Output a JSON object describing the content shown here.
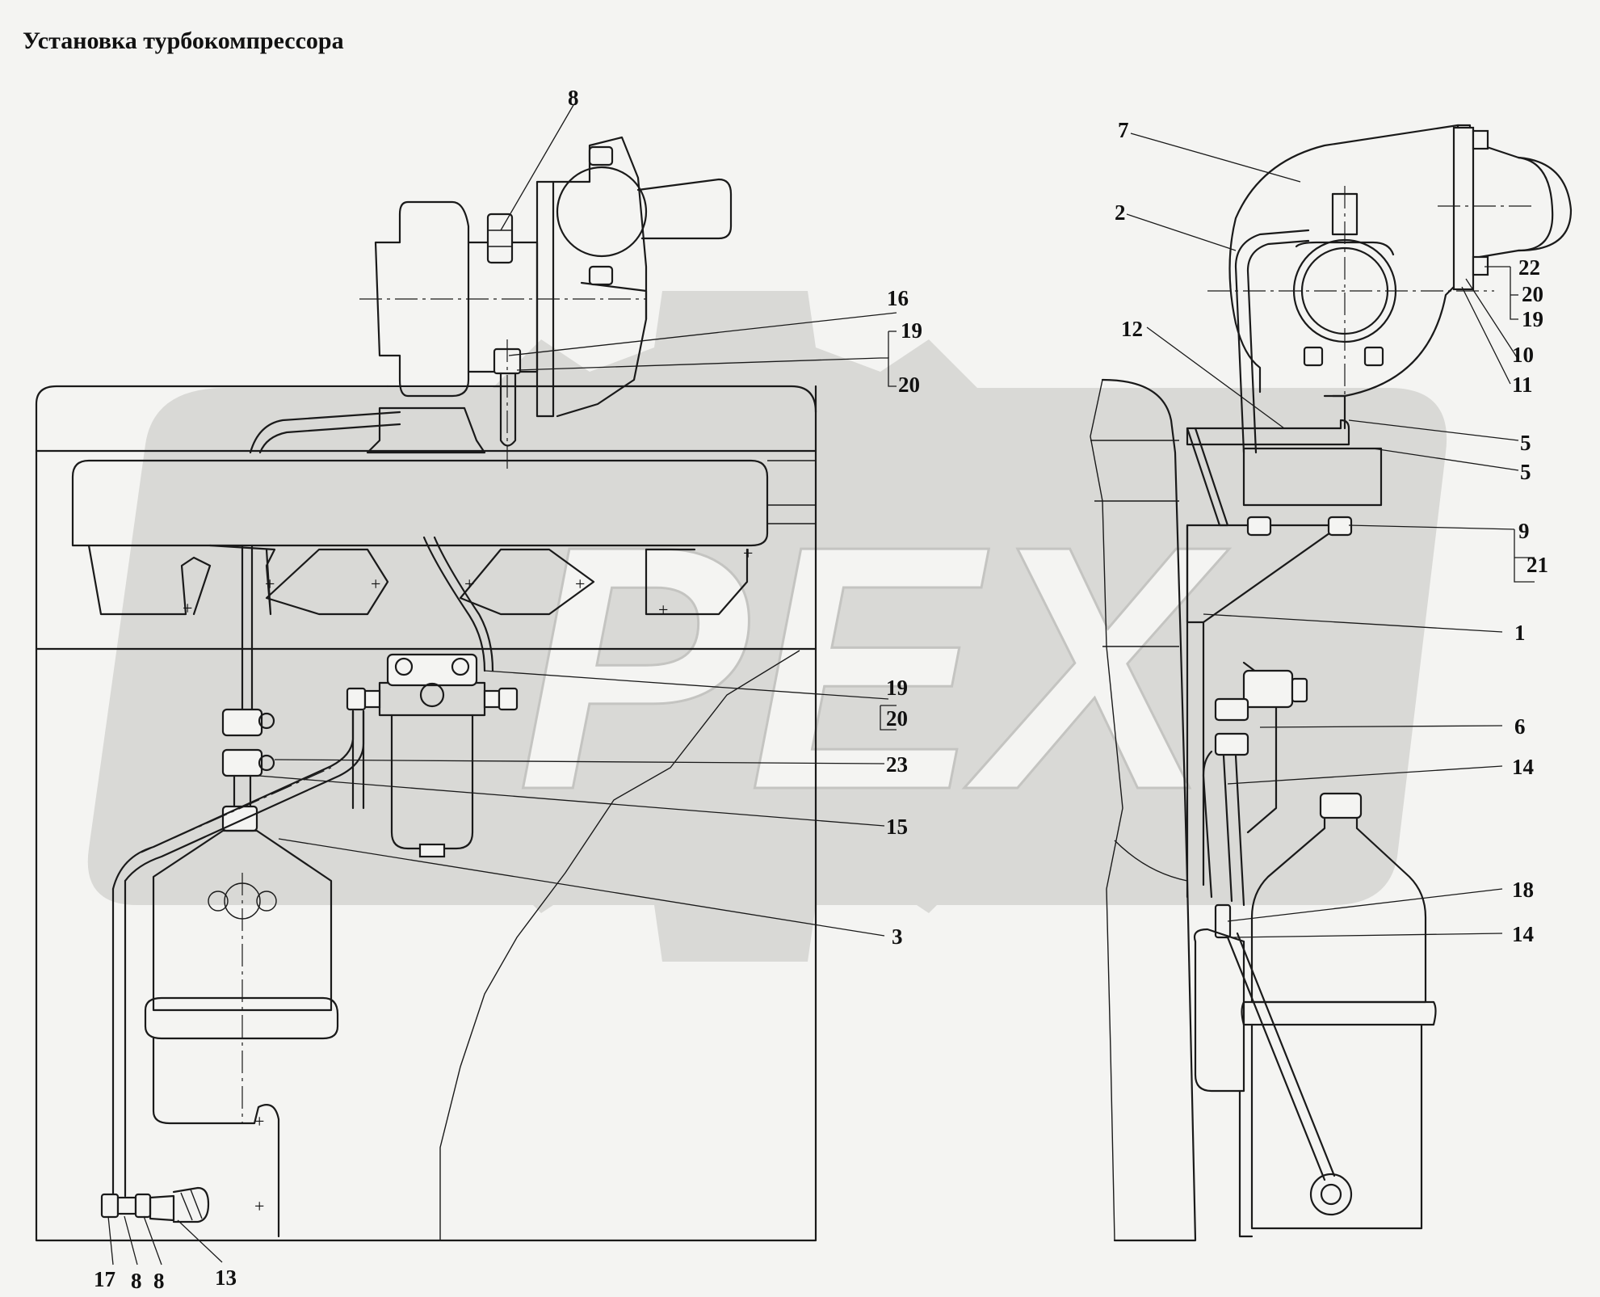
{
  "title": "Установка турбокомпрессора",
  "watermark": {
    "text": "PEX",
    "color": "#d9d9d6"
  },
  "colors": {
    "line": "#1a1a1a",
    "background": "#f4f4f2"
  },
  "callouts": {
    "left": [
      "8",
      "16",
      "19",
      "20",
      "19",
      "20",
      "23",
      "15",
      "3",
      "17",
      "8",
      "8",
      "13"
    ],
    "right": [
      "7",
      "2",
      "22",
      "20",
      "19",
      "10",
      "11",
      "12",
      "5",
      "5",
      "9",
      "21",
      "1",
      "6",
      "14",
      "18",
      "14"
    ]
  }
}
